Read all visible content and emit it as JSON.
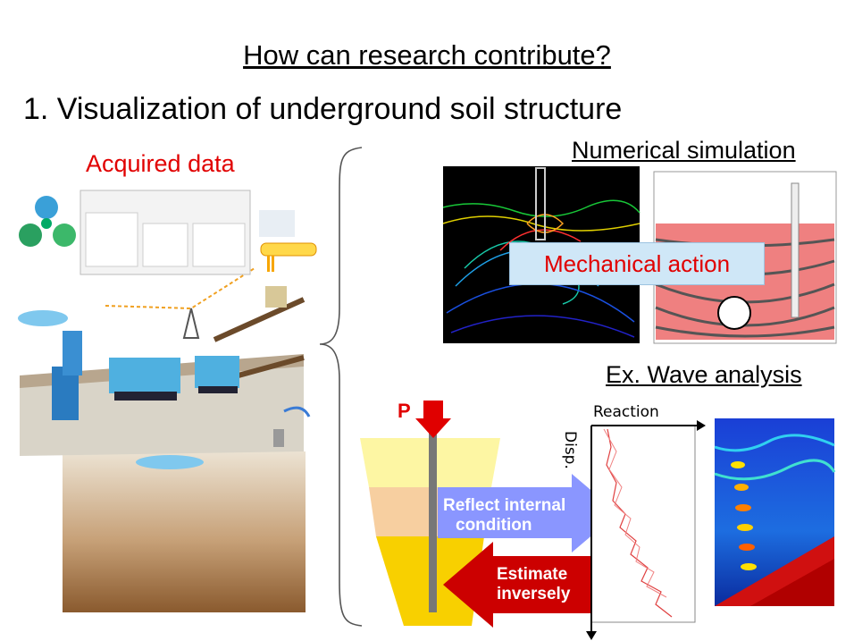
{
  "slide": {
    "title": "How can research contribute?",
    "subtitle": "1. Visualization of underground soil structure"
  },
  "left_panel": {
    "heading": "Acquired data"
  },
  "right_top": {
    "heading": "Numerical simulation",
    "overlay_label": "Mechanical action"
  },
  "right_bottom": {
    "heading": "Ex. Wave analysis",
    "load_label": "P",
    "axis_reaction": "Reaction",
    "axis_disp": "Disp.",
    "arrow_reflect_line1": "Reflect internal",
    "arrow_reflect_line2": "condition",
    "arrow_estimate_line1": "Estimate",
    "arrow_estimate_line2": "inversely"
  },
  "colors": {
    "accent_red": "#e10000",
    "arrow_blue": "#8a96ff",
    "arrow_red": "#cc0000",
    "soil_top": "#fdf6a3",
    "soil_mid": "#f7cfa0",
    "soil_bottom": "#f8d000"
  }
}
